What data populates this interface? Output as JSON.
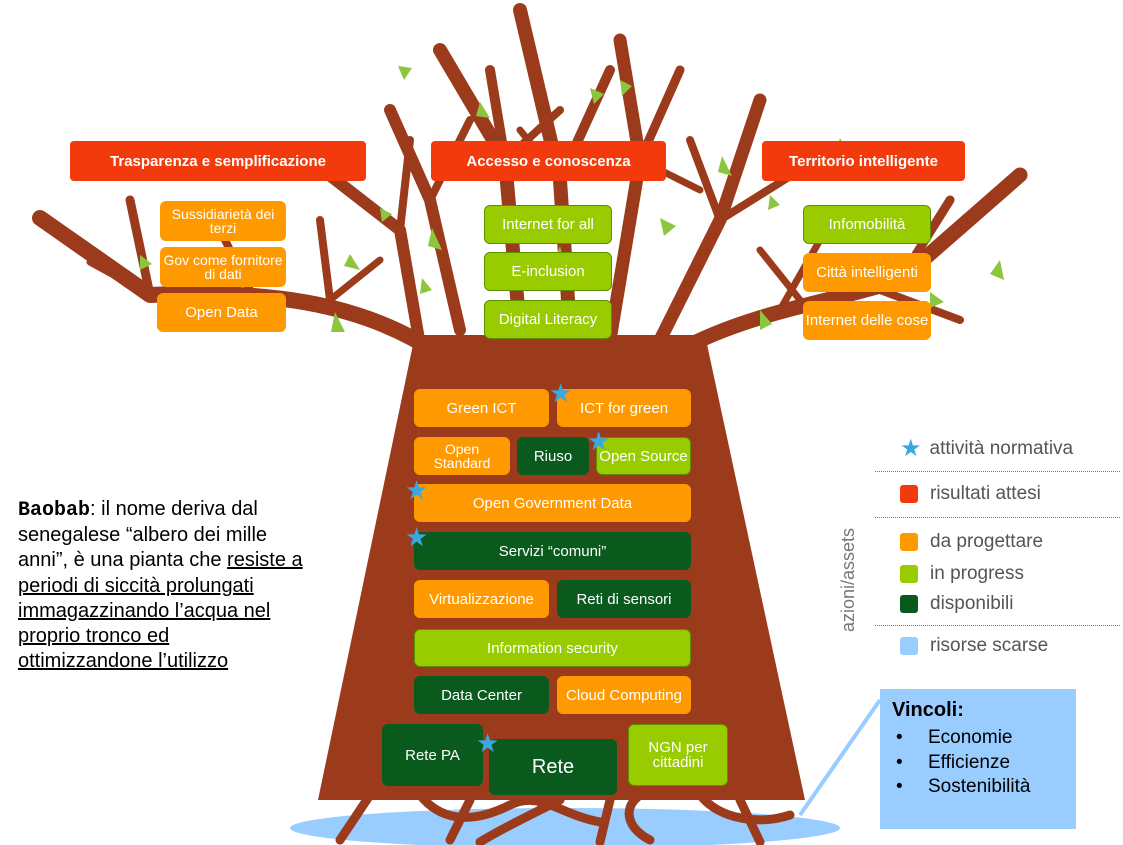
{
  "goals": {
    "transparency": "Trasparenza e semplificazione",
    "access": "Accesso e conoscenza",
    "territory": "Territorio intelligente"
  },
  "branch_left": {
    "subsidiarity": "Sussidiarietà dei terzi",
    "gov_data": "Gov come fornitore di dati",
    "open_data": "Open Data"
  },
  "branch_center": {
    "internet_all": "Internet for all",
    "e_inclusion": "E-inclusion",
    "digital_literacy": "Digital Literacy"
  },
  "branch_right": {
    "infomobility": "Infomobilità",
    "smart_cities": "Città intelligenti",
    "iot": "Internet delle cose"
  },
  "trunk": {
    "green_ict": "Green ICT",
    "ict_for_green": "ICT for green",
    "open_standard": "Open Standard",
    "riuso": "Riuso",
    "open_source": "Open Source",
    "open_gov_data": "Open Government Data",
    "servizi_comuni": "Servizi “comuni”",
    "virtualizzazione": "Virtualizzazione",
    "reti_sensori": "Reti di sensori",
    "info_security": "Information  security",
    "data_center": "Data Center",
    "cloud": "Cloud Computing",
    "rete_pa": "Rete PA",
    "rete": "Rete",
    "ngn": "NGN per cittadini"
  },
  "note": {
    "bold_word": "Baobab",
    "intro": ": il nome deriva dal senegalese “albero dei mille anni”, è una pianta che ",
    "underlined": "resiste a periodi di siccità prolungati immagazzinando l’acqua nel proprio tronco ed ottimizzandone l’utilizzo"
  },
  "legend": {
    "axis_label": "azioni/assets",
    "star": "attività normativa",
    "red": "risultati attesi",
    "orange": "da progettare",
    "lgreen": "in progress",
    "dgreen": "disponibili",
    "blue": "risorse scarse"
  },
  "constraints": {
    "title": "Vincoli:",
    "items": [
      "Economie",
      "Efficienze",
      "Sostenibilità"
    ]
  },
  "colors": {
    "trunk": "#9c3b1b",
    "expected_results": "#f23a0c",
    "to_design": "#ff9900",
    "in_progress": "#99cc00",
    "available": "#0a5a1e",
    "scarce_resources": "#99ccff",
    "star": "#3ba7e0"
  },
  "icons": {
    "star": "star-icon",
    "leaf": "leaf-icon"
  }
}
